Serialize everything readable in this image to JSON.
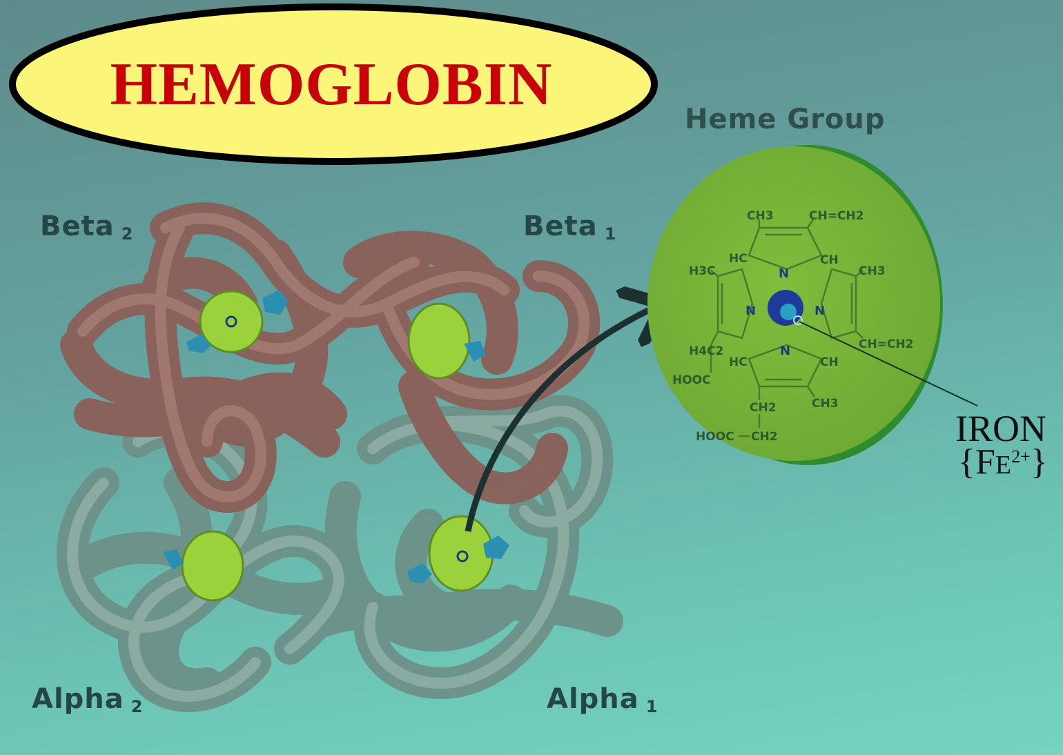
{
  "title": "HEMOGLOBIN",
  "heme_group_title": "Heme Group",
  "subunits": {
    "beta2": {
      "name": "Beta",
      "index": "2"
    },
    "beta1": {
      "name": "Beta",
      "index": "1"
    },
    "alpha2": {
      "name": "Alpha",
      "index": "2"
    },
    "alpha1": {
      "name": "Alpha",
      "index": "1"
    }
  },
  "heme_structure_labels": {
    "ch3_top": "CH3",
    "vinyl_top": "CH=CH2",
    "h3c": "H3C",
    "hc_upper": "HC",
    "ch_upper": "CH",
    "ch3_right": "CH3",
    "n_top": "N",
    "n_left": "N",
    "n_right": "N",
    "n_bottom": "N",
    "vinyl_right": "CH=CH2",
    "h4c2": "H4C2",
    "hc_lower": "HC",
    "ch_lower": "CH",
    "hooc_left": "HOOC",
    "ch2_bottom": "CH2",
    "ch3_bottom": "CH3",
    "hooc_bottom": "HOOC",
    "ch2_bottom2": "CH2"
  },
  "iron_label": {
    "name": "IRON",
    "symbol_letter1": "F",
    "symbol_letter2": "E",
    "charge": "2+",
    "open_brace": "{",
    "close_brace": "}"
  },
  "colors": {
    "title_text": "#c8000a",
    "title_ellipse_fill": "#fbf57a",
    "beta_chain": "#9a6a62",
    "alpha_chain": "#7fa39a",
    "heme_disc": "#7ab83a",
    "heme_disc_edge": "#2f8f2f",
    "iron_center": "#1e3a9a"
  }
}
